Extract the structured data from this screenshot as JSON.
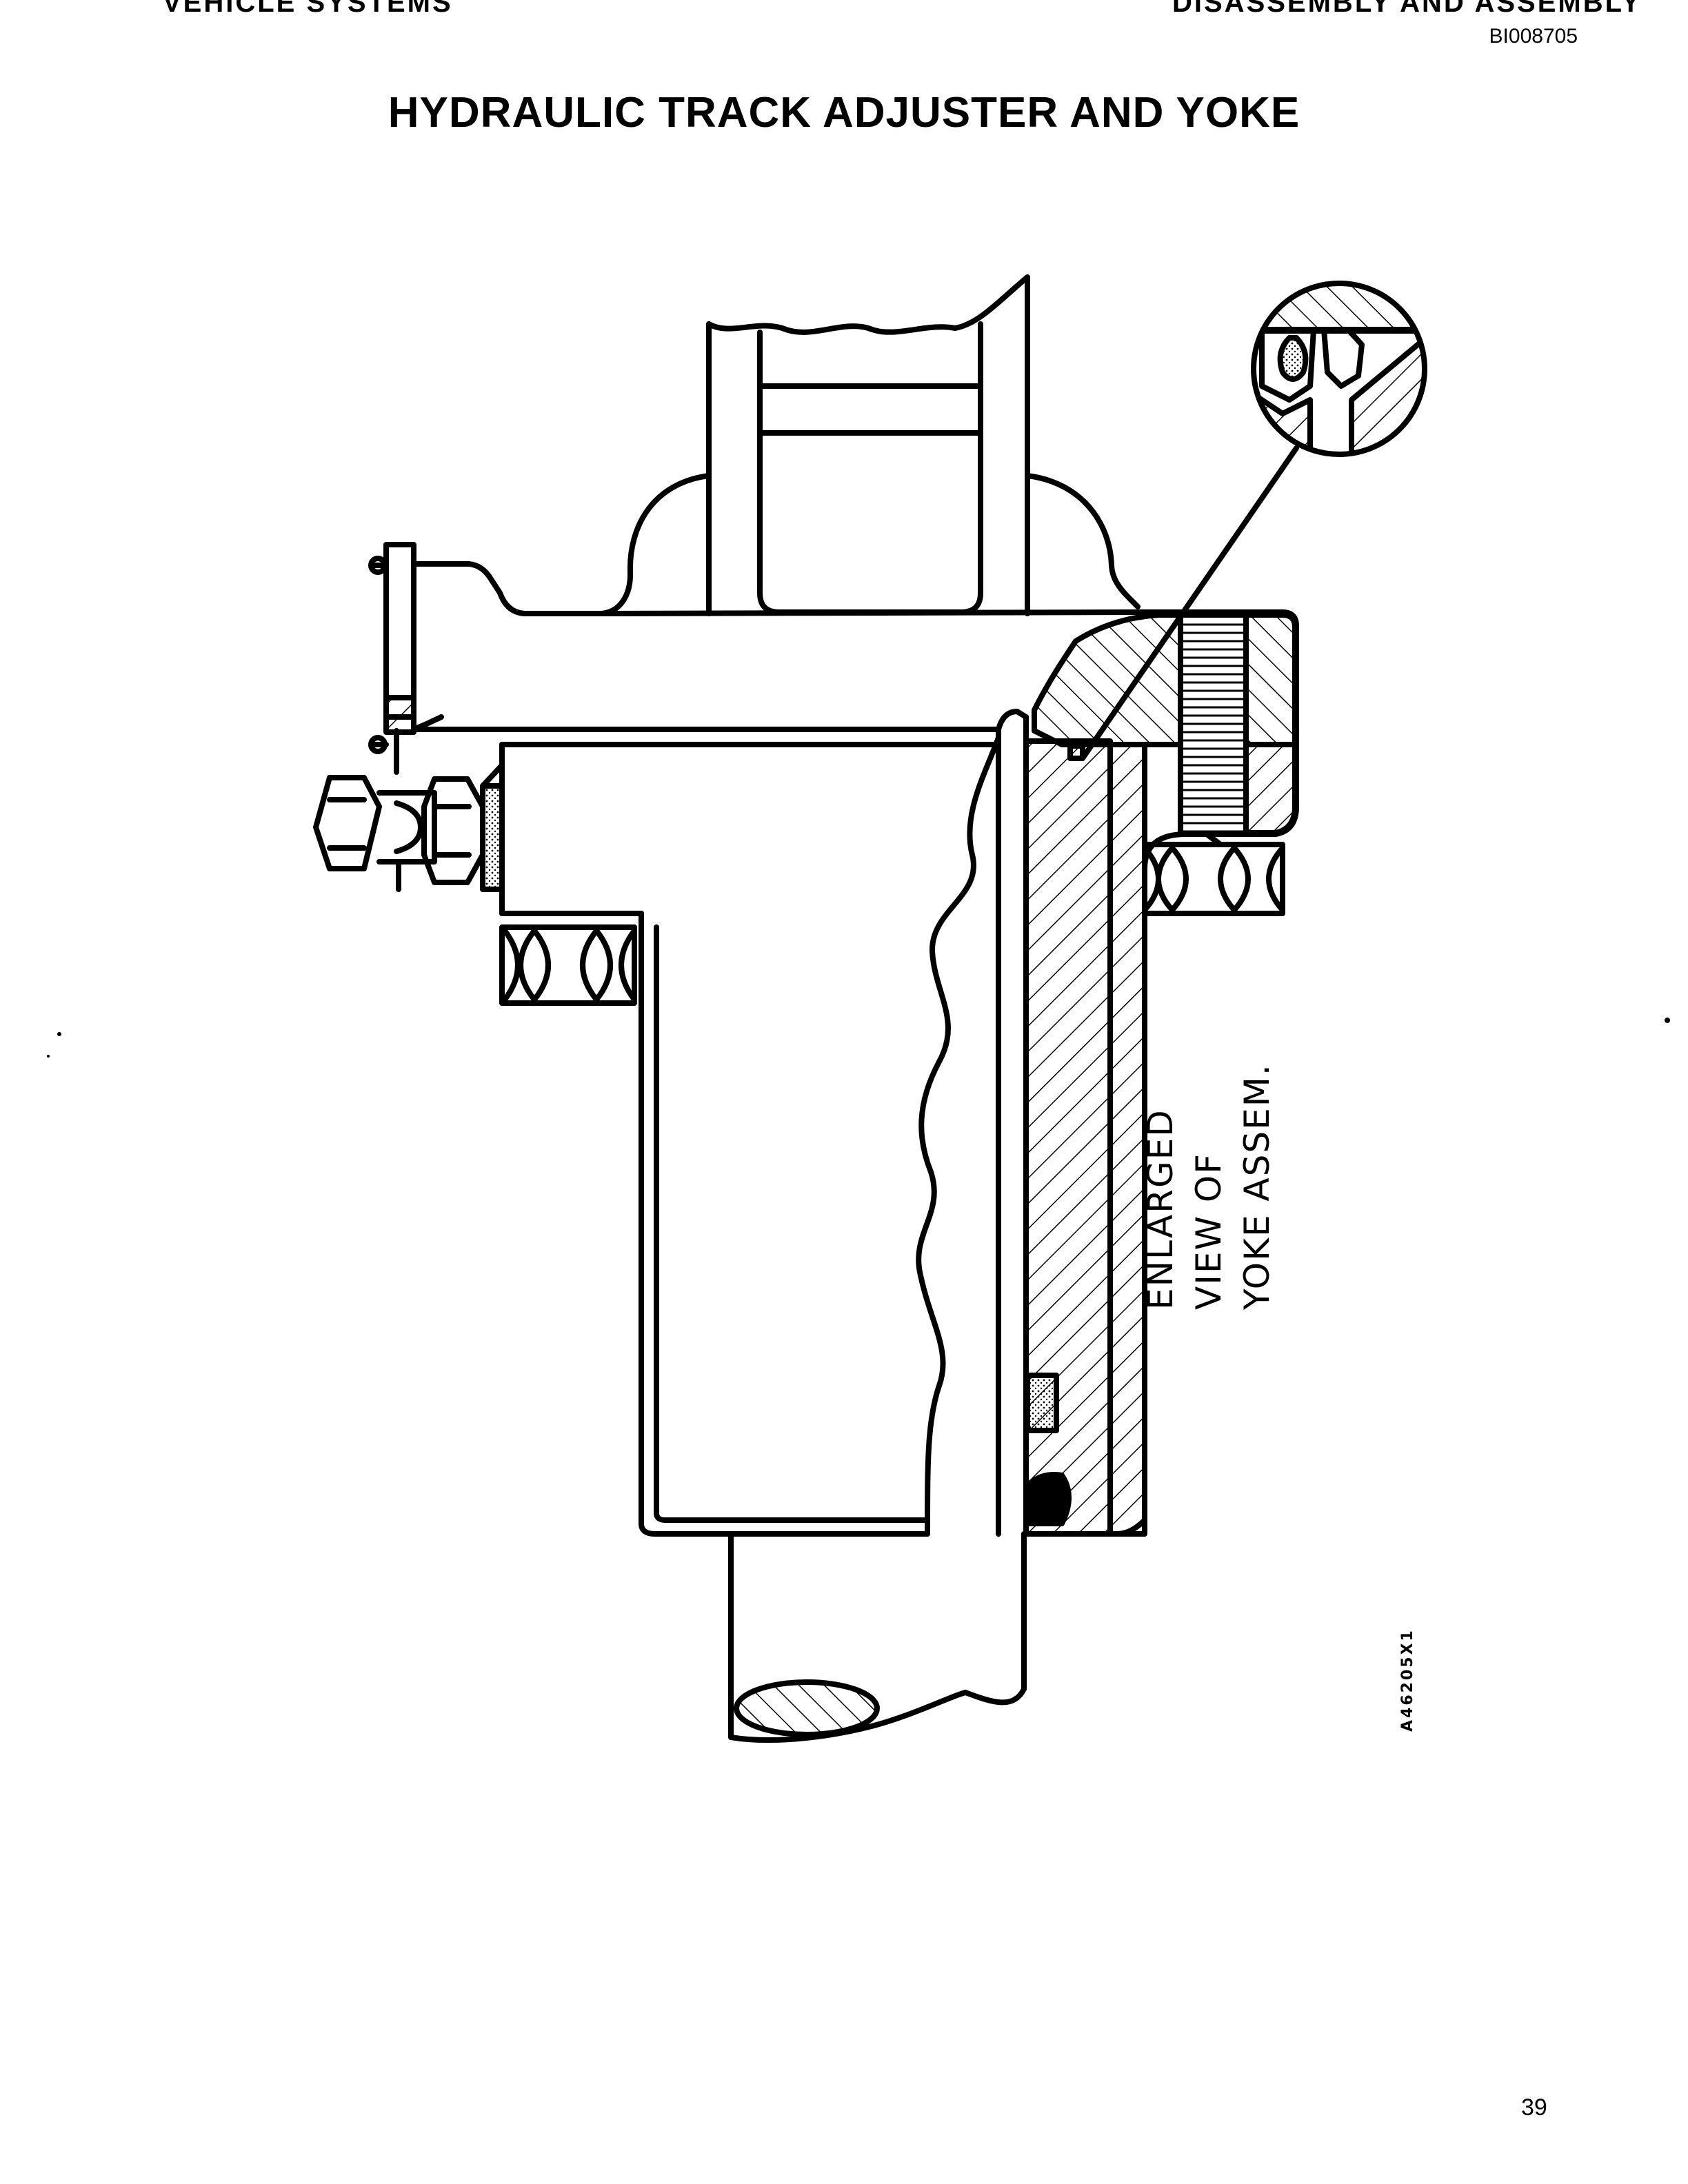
{
  "header": {
    "section_left": "VEHICLE SYSTEMS",
    "section_right": "DISASSEMBLY AND ASSEMBLY",
    "doc_id": "BI008705"
  },
  "title": "HYDRAULIC TRACK ADJUSTER AND YOKE",
  "figure": {
    "callout_lines": [
      "ENLARGED",
      "VIEW OF",
      "YOKE ASSEM."
    ],
    "figure_code": "A46205X1"
  },
  "footer": {
    "page_number": "39"
  }
}
